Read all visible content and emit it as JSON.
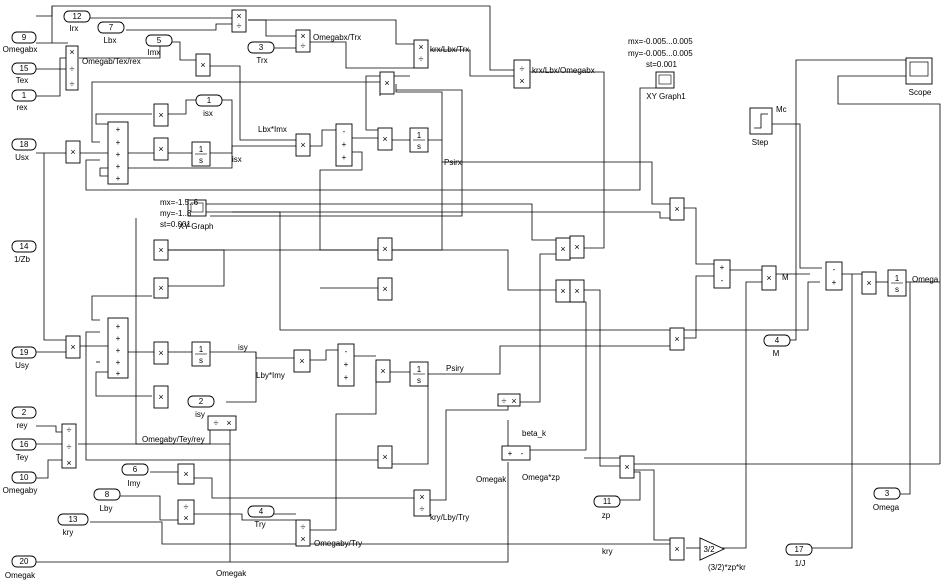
{
  "inports": [
    {
      "id": "in-omegabx",
      "num": "9",
      "label": "Omegabx"
    },
    {
      "id": "in-tex",
      "num": "15",
      "label": "Tex"
    },
    {
      "id": "in-rex",
      "num": "1",
      "label": "rex"
    },
    {
      "id": "in-usx",
      "num": "18",
      "label": "Usx"
    },
    {
      "id": "in-1zb",
      "num": "14",
      "label": "1/Zb"
    },
    {
      "id": "in-usy",
      "num": "19",
      "label": "Usy"
    },
    {
      "id": "in-rey",
      "num": "2",
      "label": "rey"
    },
    {
      "id": "in-tey",
      "num": "16",
      "label": "Tey"
    },
    {
      "id": "in-omegaby",
      "num": "10",
      "label": "Omegaby"
    },
    {
      "id": "in-omegak",
      "num": "20",
      "label": "Omegak"
    },
    {
      "id": "in-irx",
      "num": "12",
      "label": "Irx"
    },
    {
      "id": "in-lbx",
      "num": "7",
      "label": "Lbx"
    },
    {
      "id": "in-imx",
      "num": "5",
      "label": "Imx"
    },
    {
      "id": "in-trx",
      "num": "3",
      "label": "Trx"
    },
    {
      "id": "in-imy",
      "num": "6",
      "label": "Imy"
    },
    {
      "id": "in-lby",
      "num": "8",
      "label": "Lby"
    },
    {
      "id": "in-kry",
      "num": "13",
      "label": "kry"
    },
    {
      "id": "in-try",
      "num": "4",
      "label": "Try"
    },
    {
      "id": "in-zp",
      "num": "11",
      "label": "zp"
    },
    {
      "id": "in-1j",
      "num": "17",
      "label": "1/J"
    }
  ],
  "outports": [
    {
      "id": "out-isx",
      "num": "1",
      "label": "isx"
    },
    {
      "id": "out-isy",
      "num": "2",
      "label": "isy"
    },
    {
      "id": "out-m",
      "num": "4",
      "label": "M"
    },
    {
      "id": "out-omega",
      "num": "3",
      "label": "Omega"
    }
  ],
  "signals": {
    "omegab_tex": "Omegab/Tex/rex",
    "lbx_imx": "Lbx*Imx",
    "isx": "isx",
    "psirx": "Psirx",
    "omegabx_trx": "Omegabx/Trx",
    "krx_lbx_trx": "krx/Lbx/Trx",
    "krx_lbx_omegabx": "krx/Lbx/Omegabx",
    "isy": "isy",
    "lby_imy": "Lby*Imy",
    "psiry": "Psiry",
    "omegaby_tey_rey": "Omegaby/Tey/rey",
    "kry_lby_try": "kry/Lby/Try",
    "omegaby_try": "Omegaby/Try",
    "beta_k": "beta_k",
    "omegak_top": "Omegak",
    "omega_zp": "Omega*zp",
    "omegak_bottom": "Omegak",
    "kry": "kry",
    "m": "M",
    "omega": "Omega",
    "mc": "Mc"
  },
  "blocks": {
    "integrator": "1\ns",
    "gain_label": "3/2",
    "gain_caption": "(3/2)*zp*kr",
    "step": "Step",
    "scope": "Scope",
    "xy_graph": "XY Graph",
    "xy_graph1": "XY Graph1"
  },
  "xy_graph": {
    "mx": "mx=-1.5..6",
    "my": "my=-1..8",
    "st": "st=0.001"
  },
  "xy_graph1": {
    "mx": "mx=-0.005...0.005",
    "my": "my=-0.005...0.005",
    "st": "st=0.001"
  },
  "colors": {
    "line": "#000000",
    "background": "#ffffff"
  }
}
